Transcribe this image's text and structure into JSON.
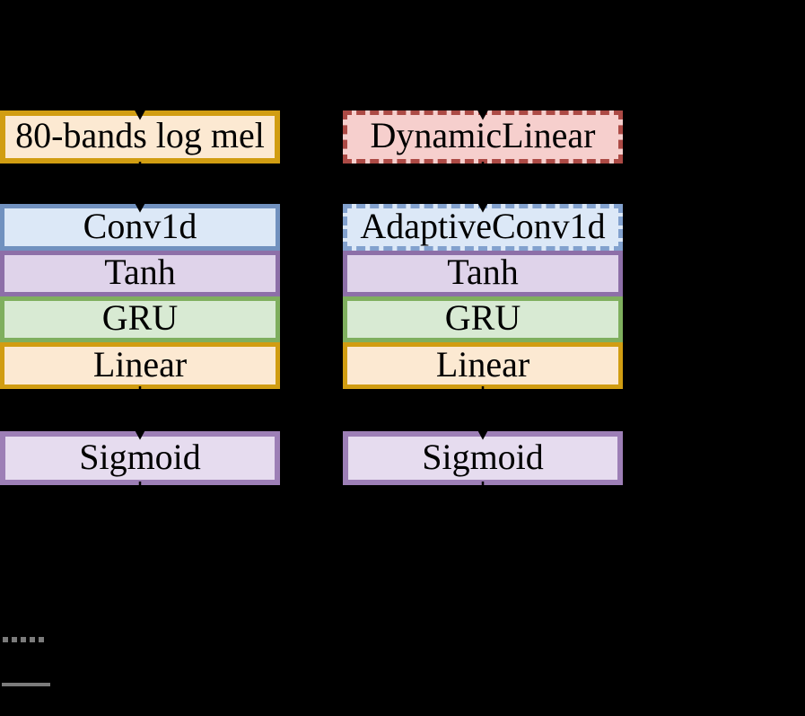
{
  "figure": {
    "background": "#000000",
    "left_column": {
      "input": {
        "label": "80-bands log mel"
      },
      "layers": [
        {
          "label": "Conv1d"
        },
        {
          "label": "Tanh"
        },
        {
          "label": "GRU"
        },
        {
          "label": "Linear"
        }
      ],
      "output": {
        "label": "Sigmoid"
      }
    },
    "right_column": {
      "input": {
        "label": "DynamicLinear"
      },
      "layers": [
        {
          "label": "AdaptiveConv1d"
        },
        {
          "label": "Tanh"
        },
        {
          "label": "GRU"
        },
        {
          "label": "Linear"
        }
      ],
      "output": {
        "label": "Sigmoid"
      }
    },
    "colors": {
      "gold_border": "#d19d12",
      "gold_fill": "#fce9d2",
      "red_dashed_border": "#ac4a45",
      "pink_fill": "#f6cfcd",
      "blue_border": "#7191bf",
      "blue_dashed_border": "#82a1ce",
      "blue_fill": "#dce8f7",
      "purple_border": "#8d6fa8",
      "purple_fill": "#dfd3ea",
      "green_border": "#7faf5e",
      "green_fill": "#d8ead3",
      "sigmoid_border": "#9d7fb6",
      "sigmoid_fill": "#e6dcef",
      "arrow": "#000000",
      "legend_gray": "#7b7b7b"
    }
  }
}
